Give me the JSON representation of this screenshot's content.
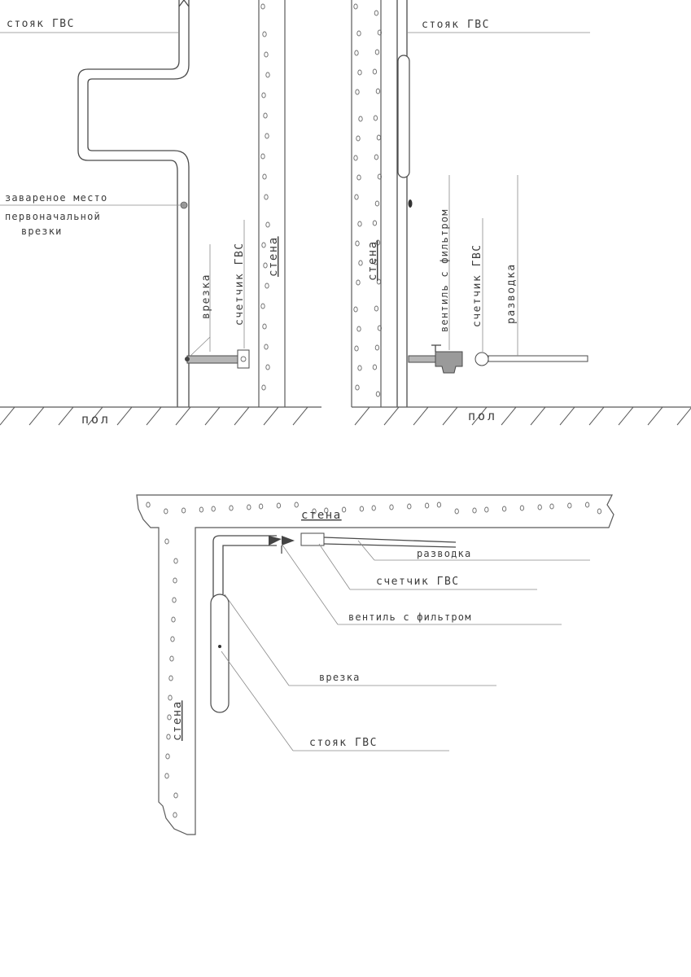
{
  "view1": {
    "riser_label": "стояк ГВС",
    "weld_label": [
      "заварeное место",
      "первоначальной",
      "врезки"
    ],
    "tap_label": "врезка",
    "meter_label": "счетчик ГВС",
    "wall_label": "стена",
    "floor_label": "пол"
  },
  "view2": {
    "riser_label": "стояк ГВС",
    "wall_label": "стена",
    "valve_label": "вентиль с фильтром",
    "meter_label": "счетчик ГВС",
    "distribution_label": "разводка",
    "floor_label": "пол"
  },
  "view3": {
    "wall_top_label": "стена",
    "wall_left_label": "стена",
    "distribution_label": "разводка",
    "meter_label": "счетчик ГВС",
    "valve_label": "вентиль с фильтром",
    "tap_label": "врезка",
    "riser_label": "стояк ГВС"
  }
}
